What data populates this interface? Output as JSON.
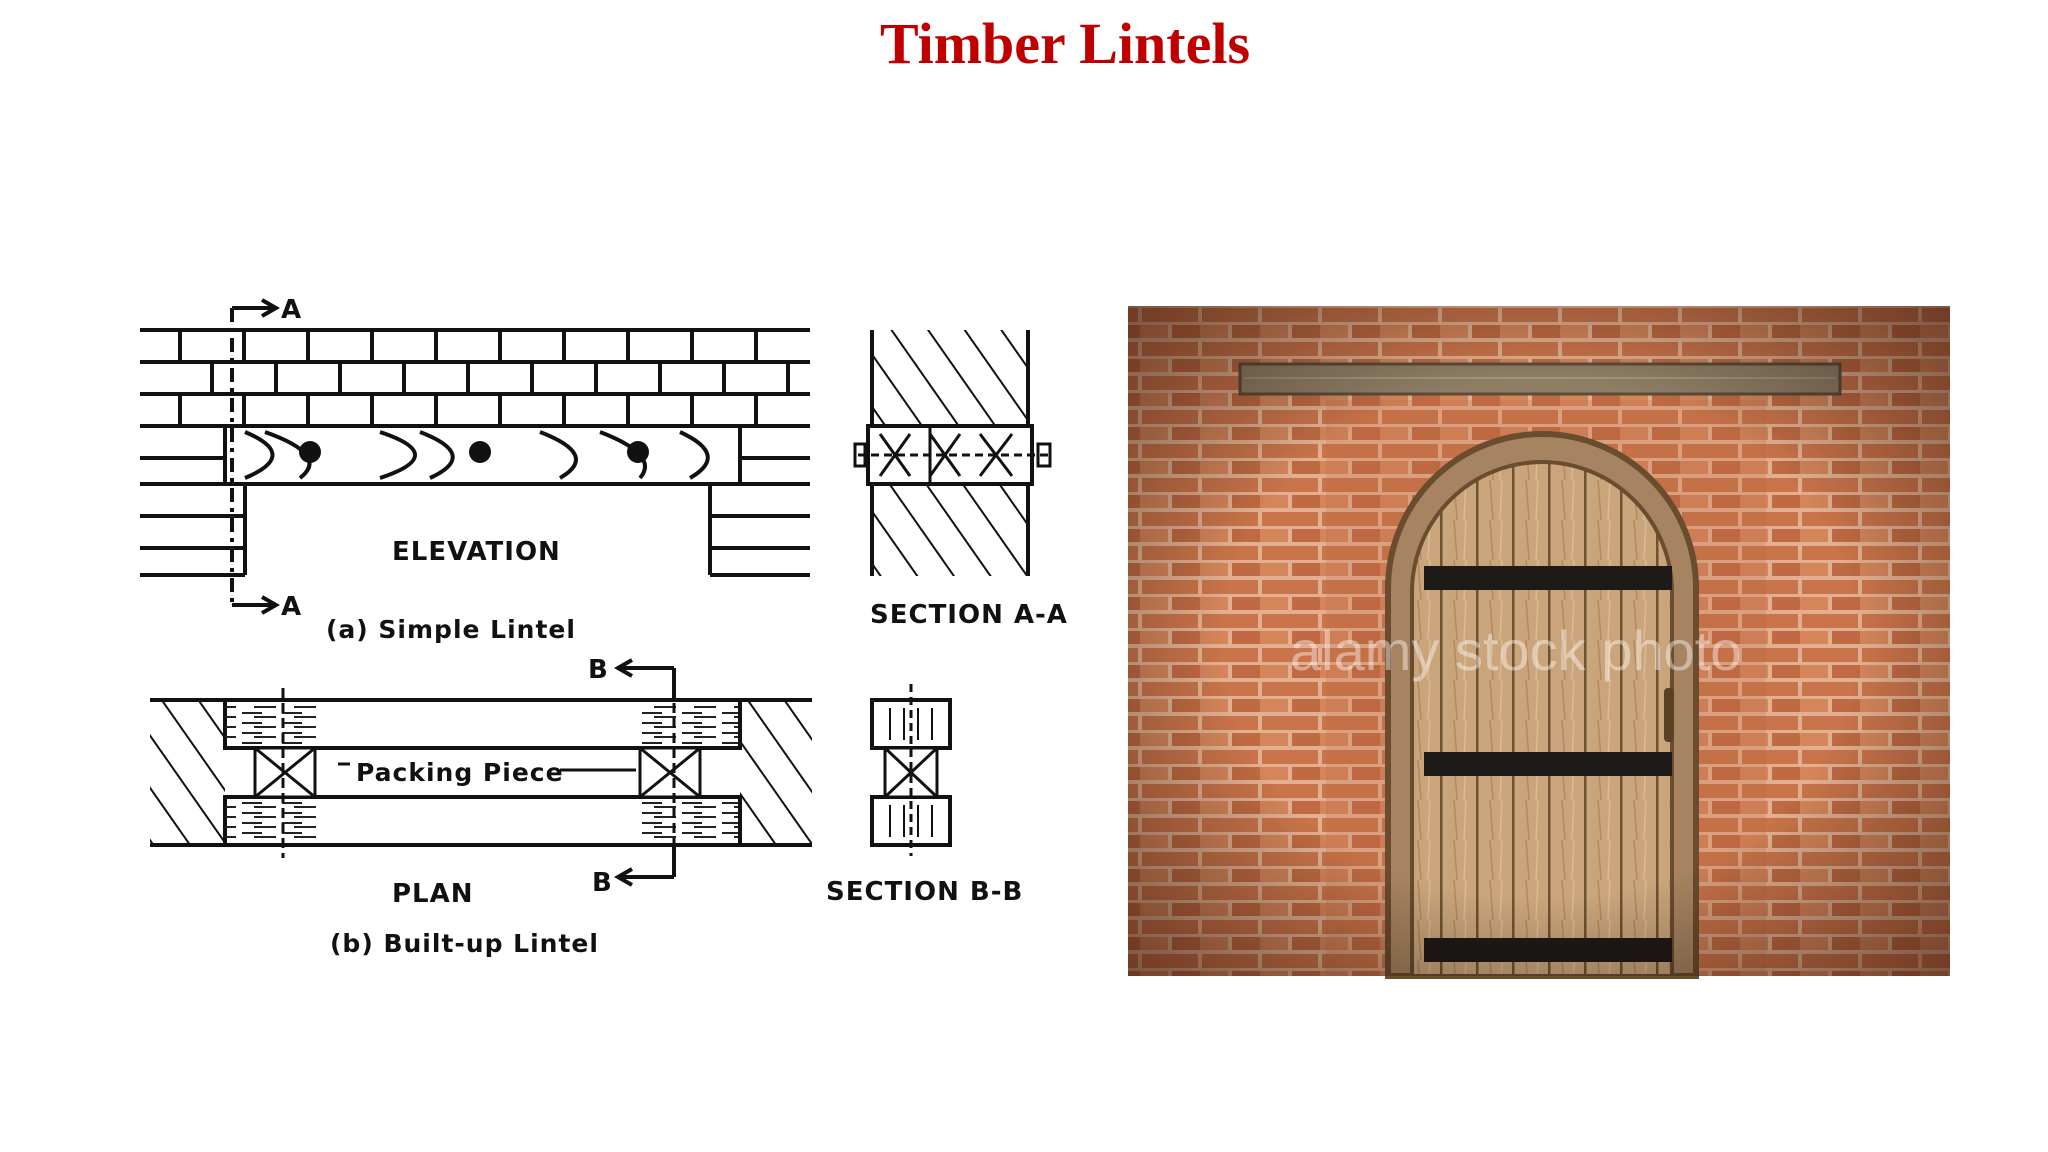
{
  "slide": {
    "title": "Timber Lintels"
  },
  "diagram": {
    "section_marker_a": "A",
    "section_marker_b": "B",
    "elevation_label": "ELEVATION",
    "section_aa_label": "SECTION A-A",
    "simple_lintel_caption": "(a)  Simple  Lintel",
    "packing_piece_label": "Packing Piece",
    "plan_label": "PLAN",
    "section_bb_label": "SECTION B-B",
    "builtup_lintel_caption": "(b)  Built-up  Lintel"
  },
  "photo": {
    "watermark": "alamy stock photo"
  },
  "colors": {
    "title": "#c00000",
    "ink": "#111111",
    "brick": "#c9744a",
    "mortar": "#e7bca0",
    "timber": "#c8a27a",
    "door_band": "#1e1a17"
  }
}
